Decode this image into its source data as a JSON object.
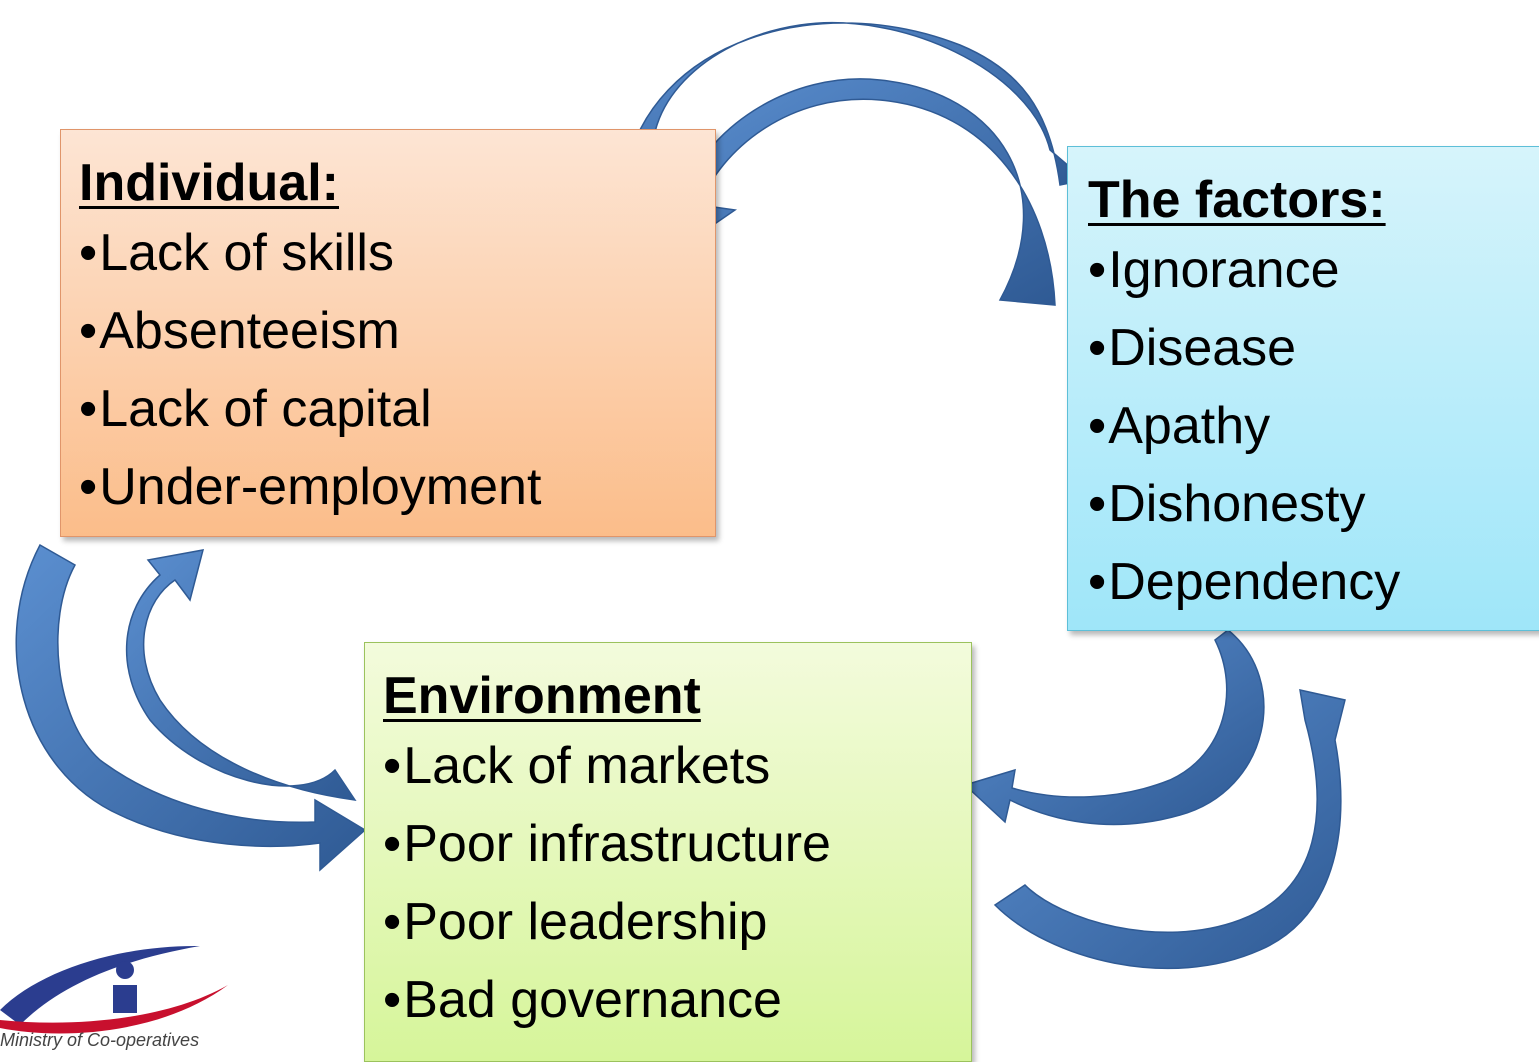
{
  "individual": {
    "title": "Individual:",
    "items": [
      "Lack of skills",
      "Absenteeism",
      "Lack of capital",
      "Under-employment"
    ]
  },
  "factors": {
    "title": "The factors:",
    "items": [
      "Ignorance",
      "Disease",
      "Apathy",
      "Dishonesty",
      "Dependency"
    ]
  },
  "environment": {
    "title": "Environment",
    "items": [
      "Lack of markets",
      "Poor infrastructure",
      "Poor leadership",
      "Bad governance"
    ]
  },
  "logo": {
    "icon": "ministry-logo-icon",
    "caption": "Ministry of Co-operatives"
  },
  "colors": {
    "arrow": "#4a7cbf",
    "arrow_dark": "#2f5a94",
    "individual_bg": "#fbc596",
    "factors_bg": "#aee9f9",
    "environment_bg": "#ddf5a8",
    "logo_blue": "#2b3d8f",
    "logo_red": "#c8102e"
  }
}
